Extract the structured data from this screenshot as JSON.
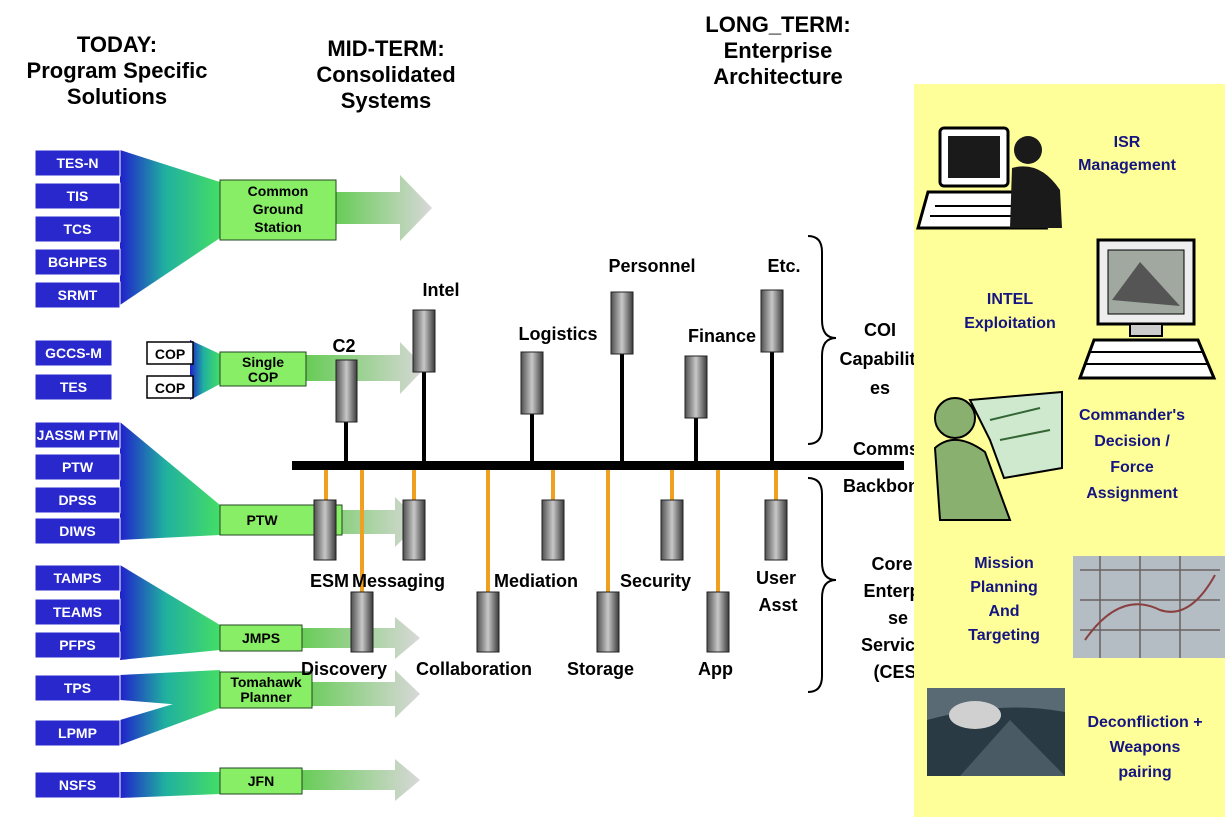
{
  "headers": {
    "today": [
      "TODAY:",
      "Program Specific",
      "Solutions"
    ],
    "mid_term": [
      "MID-TERM:",
      "Consolidated",
      "Systems"
    ],
    "long_term": [
      "LONG_TERM:",
      "Enterprise",
      "Architecture"
    ]
  },
  "programs": [
    "TES-N",
    "TIS",
    "TCS",
    "BGHPES",
    "SRMT",
    "GCCS-M",
    "TES",
    "JASSM PTM",
    "PTW",
    "DPSS",
    "DIWS",
    "TAMPS",
    "TEAMS",
    "PFPS",
    "TPS",
    "LPMP",
    "NSFS"
  ],
  "cop_labels": [
    "COP",
    "COP"
  ],
  "mid_term_systems": [
    [
      "Common",
      "Ground",
      "Station"
    ],
    [
      "Single",
      "COP"
    ],
    [
      "PTW"
    ],
    [
      "JMPS"
    ],
    [
      "Tomahawk",
      "Planner"
    ],
    [
      "JFN"
    ]
  ],
  "coi_services": [
    "C2",
    "Intel",
    "Logistics",
    "Personnel",
    "Finance",
    "Etc."
  ],
  "core_services_top": [
    "ESM",
    "Messaging",
    "Mediation",
    "Security"
  ],
  "user_asst": [
    "User",
    "Asst"
  ],
  "core_services_bottom": [
    "Discovery",
    "Collaboration",
    "Storage",
    "App"
  ],
  "brace_labels": {
    "coi": [
      "COI",
      "Capabiliti",
      "es"
    ],
    "comms": "Comms",
    "backbone": "Backbone",
    "ces": [
      "Core",
      "Enterpri",
      "se",
      "Services",
      "(CES)"
    ]
  },
  "capabilities": [
    [
      "ISR",
      "Management"
    ],
    [
      "INTEL",
      "Exploitation"
    ],
    [
      "Commander's",
      "Decision /",
      "Force",
      "Assignment"
    ],
    [
      "Mission",
      "Planning",
      "And",
      "Targeting"
    ],
    [
      "Deconfliction +",
      "Weapons",
      "pairing"
    ]
  ],
  "colors": {
    "program_box": "#2828cc",
    "mid_box": "#88ee66",
    "backbone": "#000000",
    "connector": "#f0a020",
    "capability_panel": "#ffff99",
    "capability_text": "#141482"
  }
}
